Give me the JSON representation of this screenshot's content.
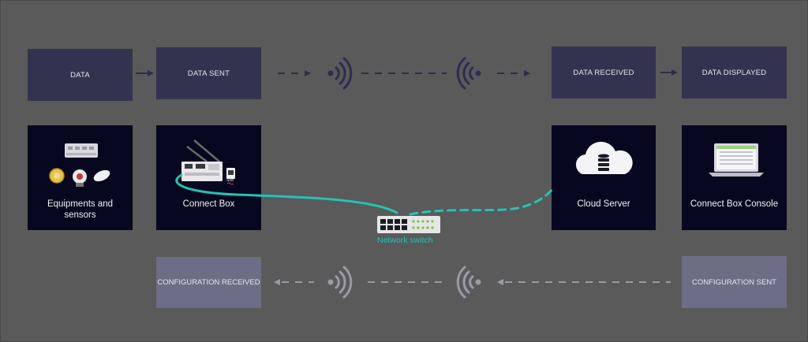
{
  "top_flow": {
    "data": "DATA",
    "data_sent": "DATA SENT",
    "data_received": "DATA RECEIVED",
    "data_displayed": "DATA DISPLAYED"
  },
  "cards": {
    "equipments": "Equipments and sensors",
    "connect_box": "Connect Box",
    "cloud_server": "Cloud Server",
    "console": "Connect Box Console"
  },
  "network_switch": "Network switch",
  "sim_label": "SIM",
  "bottom_flow": {
    "config_received": "CONFIGURATION RECEIVED",
    "config_sent": "CONFIGURATION SENT"
  },
  "colors": {
    "background": "#5a5a5a",
    "flow_box": "#34334f",
    "card": "#07071f",
    "config_box": "#6e6d86",
    "cable": "#22c4b5",
    "top_arrow": "#2e2d4e",
    "bottom_arrow": "#9a9aa8"
  }
}
